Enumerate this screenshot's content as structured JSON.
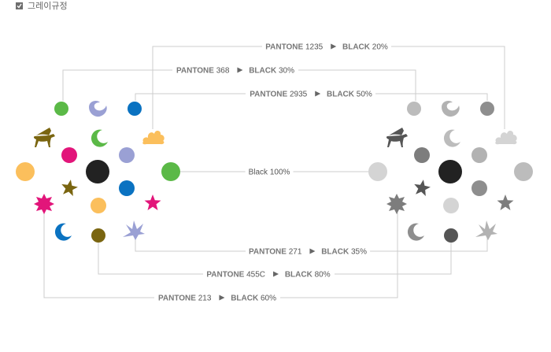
{
  "header": {
    "title": "그레이규정",
    "icon": "checkbox-icon"
  },
  "labels": [
    {
      "pantone": "PANTONE",
      "code": "1235",
      "black": "BLACK",
      "percent": "20%"
    },
    {
      "pantone": "PANTONE",
      "code": "368",
      "black": "BLACK",
      "percent": "30%"
    },
    {
      "pantone": "PANTONE",
      "code": "2935",
      "black": "BLACK",
      "percent": "50%"
    },
    {
      "center": "Black 100%"
    },
    {
      "pantone": "PANTONE",
      "code": "271",
      "black": "BLACK",
      "percent": "35%"
    },
    {
      "pantone": "PANTONE",
      "code": "455C",
      "black": "BLACK",
      "percent": "80%"
    },
    {
      "pantone": "PANTONE",
      "code": "213",
      "black": "BLACK",
      "percent": "60%"
    }
  ],
  "colors": {
    "pantone_1235": "#fbbf5c",
    "pantone_368": "#5bb947",
    "pantone_2935": "#0a72c1",
    "pantone_271": "#9aa0d4",
    "pantone_455c": "#7a6510",
    "pantone_213": "#e2157a",
    "black": "#222222",
    "gray_20": "#d4d4d4",
    "gray_30": "#bcbcbc",
    "gray_35": "#b2b2b2",
    "gray_50": "#8e8e8e",
    "gray_60": "#7d7d7d",
    "gray_80": "#555555",
    "connector": "#cccccc"
  }
}
